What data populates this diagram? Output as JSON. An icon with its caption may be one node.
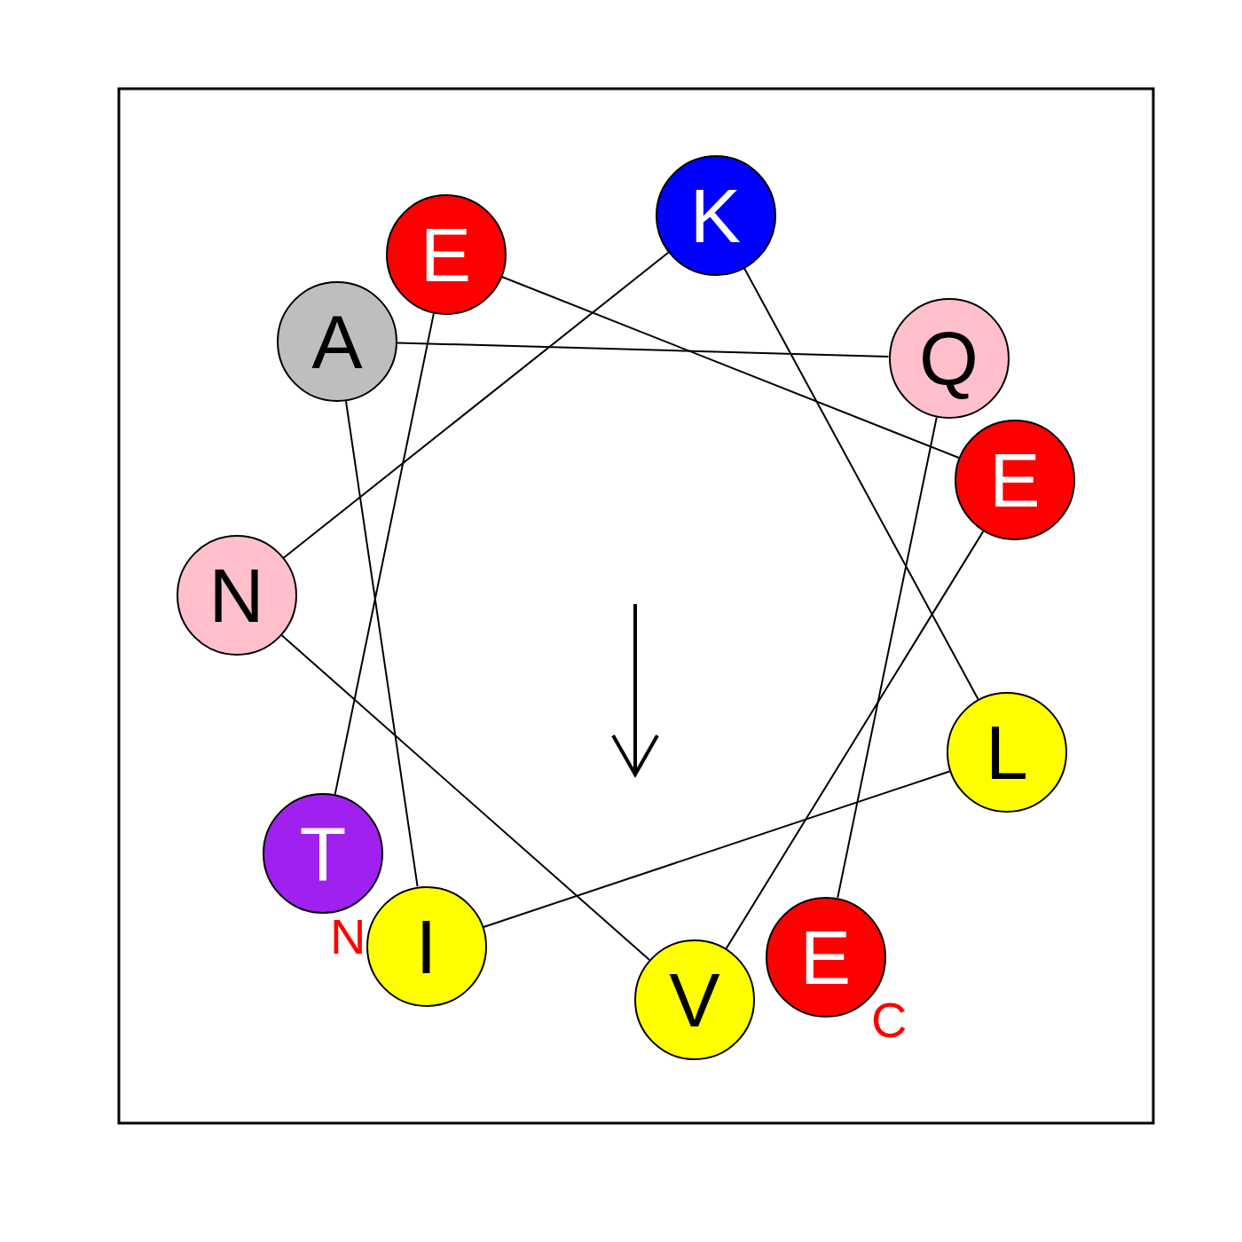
{
  "diagram": {
    "nodes": [
      {
        "text": [
          "T"
        ],
        "beside": [
          "N"
        ]
      },
      {
        "text": [
          "E"
        ]
      },
      {
        "text": [
          "E"
        ]
      },
      {
        "text": [
          "V"
        ]
      },
      {
        "text": [
          "N"
        ]
      },
      {
        "text": [
          "K"
        ]
      },
      {
        "text": [
          "L"
        ]
      },
      {
        "text": [
          "I"
        ]
      },
      {
        "text": [
          "A"
        ]
      },
      {
        "text": [
          "Q"
        ]
      },
      {
        "text": [
          "E"
        ],
        "beside": [
          "C"
        ]
      }
    ],
    "edges": [
      {
        "from": 0,
        "to": 1,
        "arrow": "none"
      },
      {
        "from": 1,
        "to": 2,
        "arrow": "none"
      },
      {
        "from": 2,
        "to": 3,
        "arrow": "none"
      },
      {
        "from": 3,
        "to": 4,
        "arrow": "none"
      },
      {
        "from": 4,
        "to": 5,
        "arrow": "none"
      },
      {
        "from": 5,
        "to": 6,
        "arrow": "none"
      },
      {
        "from": 6,
        "to": 7,
        "arrow": "none"
      },
      {
        "from": 7,
        "to": 8,
        "arrow": "none"
      },
      {
        "from": 8,
        "to": 9,
        "arrow": "none"
      },
      {
        "from": 9,
        "to": 10,
        "arrow": "none"
      }
    ]
  }
}
